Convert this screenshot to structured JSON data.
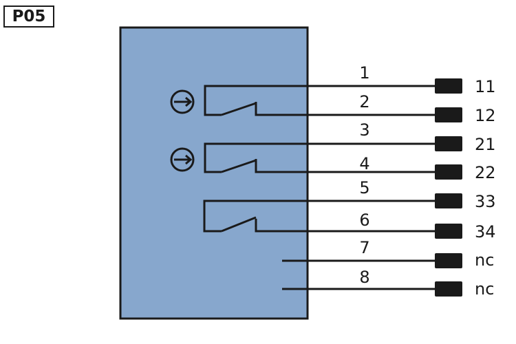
{
  "label": "P05",
  "colors": {
    "housing": "#87a7cd",
    "line": "#1a1a1a",
    "background": "#ffffff"
  },
  "pins": [
    {
      "number": "1",
      "terminal": "11"
    },
    {
      "number": "2",
      "terminal": "12"
    },
    {
      "number": "3",
      "terminal": "21"
    },
    {
      "number": "4",
      "terminal": "22"
    },
    {
      "number": "5",
      "terminal": "33"
    },
    {
      "number": "6",
      "terminal": "34"
    },
    {
      "number": "7",
      "terminal": "nc"
    },
    {
      "number": "8",
      "terminal": "nc"
    }
  ]
}
